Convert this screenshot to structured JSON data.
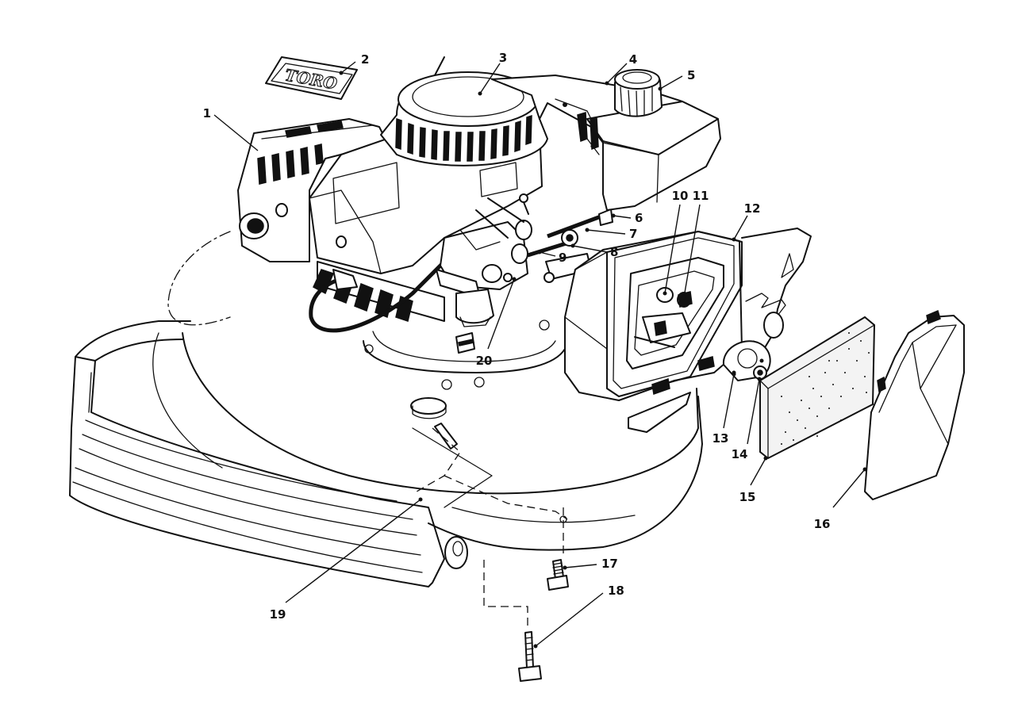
{
  "logo": {
    "text": "TORO"
  },
  "callouts": [
    {
      "id": "c1",
      "label": "1"
    },
    {
      "id": "c2",
      "label": "2"
    },
    {
      "id": "c3",
      "label": "3"
    },
    {
      "id": "c4",
      "label": "4"
    },
    {
      "id": "c5",
      "label": "5"
    },
    {
      "id": "c6",
      "label": "6"
    },
    {
      "id": "c7",
      "label": "7"
    },
    {
      "id": "c8",
      "label": "8"
    },
    {
      "id": "c9",
      "label": "9"
    },
    {
      "id": "c10",
      "label": "10"
    },
    {
      "id": "c11",
      "label": "11"
    },
    {
      "id": "c12",
      "label": "12"
    },
    {
      "id": "c13",
      "label": "13"
    },
    {
      "id": "c14",
      "label": "14"
    },
    {
      "id": "c15",
      "label": "15"
    },
    {
      "id": "c16",
      "label": "16"
    },
    {
      "id": "c17",
      "label": "17"
    },
    {
      "id": "c18",
      "label": "18"
    },
    {
      "id": "c19",
      "label": "19"
    },
    {
      "id": "c20",
      "label": "20"
    }
  ]
}
